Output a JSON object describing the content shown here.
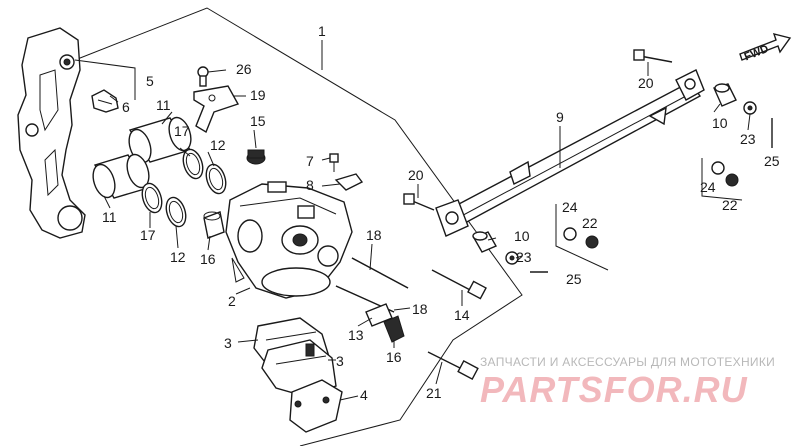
{
  "fwd_label": "FWD",
  "labels": {
    "l1": "1",
    "l2": "2",
    "l3a": "3",
    "l3b": "3",
    "l4": "4",
    "l5": "5",
    "l6": "6",
    "l7": "7",
    "l8": "8",
    "l9": "9",
    "l10a": "10",
    "l10b": "10",
    "l11a": "11",
    "l11b": "11",
    "l12a": "12",
    "l12b": "12",
    "l13": "13",
    "l14": "14",
    "l15": "15",
    "l16a": "16",
    "l16b": "16",
    "l17a": "17",
    "l17b": "17",
    "l18a": "18",
    "l18b": "18",
    "l19": "19",
    "l20a": "20",
    "l20b": "20",
    "l21": "21",
    "l22a": "22",
    "l22b": "22",
    "l23a": "23",
    "l23b": "23",
    "l24a": "24",
    "l24b": "24",
    "l25a": "25",
    "l25b": "25",
    "l26": "26"
  },
  "watermark": {
    "subtitle": "ЗАПЧАСТИ И АКСЕССУАРЫ ДЛЯ МОТОТЕХНИКИ",
    "brand": "PARTSFOR.RU"
  }
}
